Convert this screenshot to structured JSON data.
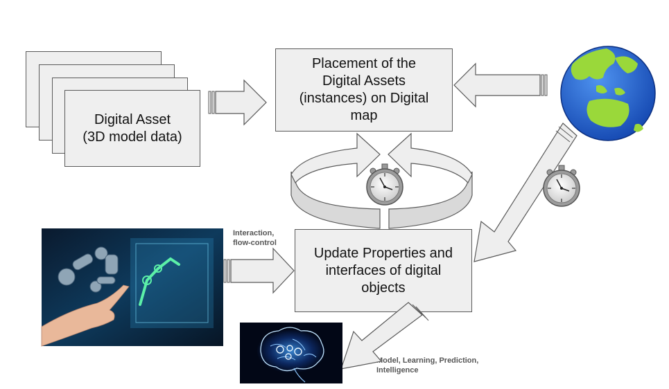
{
  "asset_box": {
    "line1": "Digital Asset",
    "line2": "(3D model data)"
  },
  "placement_box": {
    "line1": "Placement of the",
    "line2": "Digital Assets",
    "line3": "(instances) on Digital",
    "line4": "map"
  },
  "update_box": {
    "line1": "Update Properties and",
    "line2": "interfaces of digital",
    "line3": "objects"
  },
  "labels": {
    "interaction_line1": "Interaction,",
    "interaction_line2": "flow-control",
    "model_line1": "Model, Learning, Prediction,",
    "model_line2": "Intelligence"
  },
  "icons": {
    "globe": "globe-asia-australia-icon",
    "stopwatch": "stopwatch-icon",
    "robot_touch": "robotic-arm-touchscreen-image",
    "brain": "digital-brain-image"
  },
  "colors": {
    "box_fill": "#efefef",
    "box_border": "#595959",
    "arrow_fill": "#eeeeee",
    "cycle_fill": "#d9d9d9",
    "ocean": "#1e63d6",
    "land": "#9ad83a",
    "label_text": "#555555"
  }
}
